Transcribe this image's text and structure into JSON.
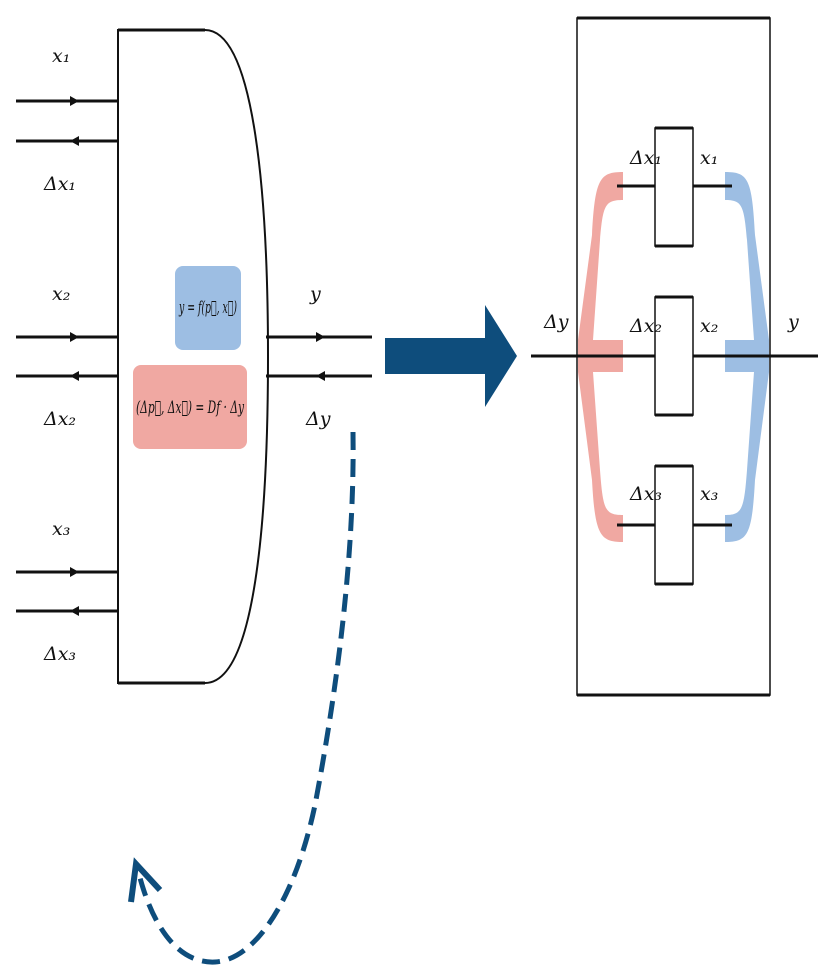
{
  "colors": {
    "forward": "#9dbee3",
    "backward": "#f0a8a2",
    "arrow": "#0e4d7c",
    "line": "#111111"
  },
  "left_block": {
    "inputs": [
      {
        "forward_label": "x₁",
        "backward_label": "Δx₁"
      },
      {
        "forward_label": "x₂",
        "backward_label": "Δx₂"
      },
      {
        "forward_label": "x₃",
        "backward_label": "Δx₃"
      }
    ],
    "output_label": "y",
    "output_grad_label": "Δy",
    "forward_equation": "y = f(p⃗, x⃗)",
    "backward_equation": "(Δp⃗, Δx⃗) = Df · Δy"
  },
  "right_block": {
    "input_grad_label": "Δy",
    "output_label": "y",
    "branches": [
      {
        "grad_label": "Δx₁",
        "value_label": "x₁"
      },
      {
        "grad_label": "Δx₂",
        "value_label": "x₂"
      },
      {
        "grad_label": "Δx₃",
        "value_label": "x₃"
      }
    ]
  }
}
